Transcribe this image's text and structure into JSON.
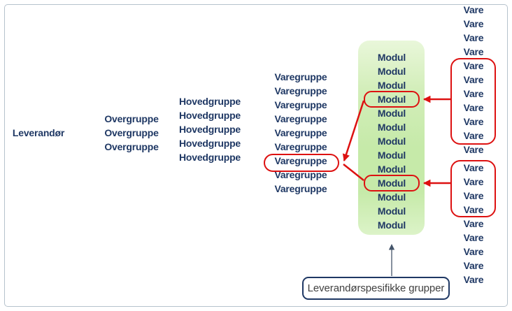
{
  "hierarchy": {
    "levels": [
      {
        "key": "leverandor",
        "label": "Leverandør",
        "count": 1
      },
      {
        "key": "overgruppe",
        "label": "Overgruppe",
        "count": 3
      },
      {
        "key": "hovedgruppe",
        "label": "Hovedgruppe",
        "count": 5
      },
      {
        "key": "varegruppe",
        "label": "Varegruppe",
        "count": 9,
        "highlighted_item": 7
      },
      {
        "key": "modul",
        "label": "Modul",
        "count": 13,
        "highlighted_items": [
          4,
          10
        ]
      },
      {
        "key": "vare",
        "label": "Vare",
        "count": 20,
        "highlighted_ranges": [
          [
            5,
            10
          ],
          [
            12,
            15
          ]
        ]
      }
    ]
  },
  "callout": {
    "label": "Leverandørspesifikke grupper"
  },
  "colors": {
    "navy_text": "#1f3864",
    "highlight_red": "#dd1111",
    "green_top": "#e9f7da",
    "green_mid": "#c6eaa9",
    "green_bottom": "#dcf3c8",
    "frame_border": "#b6c2cc",
    "callout_border": "#1f3864",
    "callout_text": "#404040",
    "arrow_dark": "#44546a",
    "background": "#ffffff"
  }
}
